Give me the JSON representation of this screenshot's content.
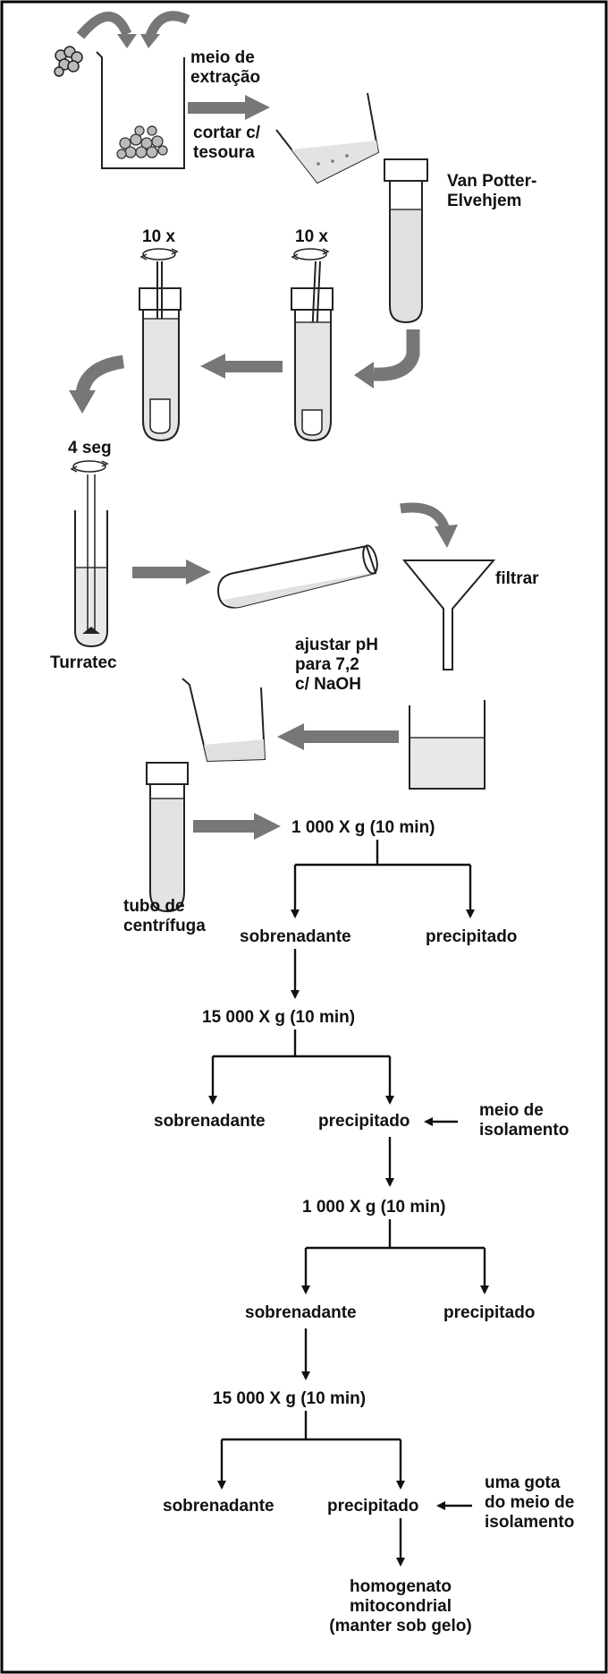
{
  "steps": {
    "meio_extracao": [
      "meio de",
      "extração"
    ],
    "cortar": [
      "cortar c/",
      "tesoura"
    ],
    "van_potter": [
      "Van Potter-",
      "Elvehjem"
    ],
    "rep1": "10 x",
    "rep2": "10 x",
    "seg": "4 seg",
    "turratec": "Turratec",
    "filtrar": "filtrar",
    "ajustar": [
      "ajustar pH",
      "para 7,2",
      "c/ NaOH"
    ],
    "tubo": [
      "tubo de",
      "centrífuga"
    ]
  },
  "flow": {
    "c1": "1 000 X g  (10 min)",
    "s1_sob": "sobrenadante",
    "s1_pre": "precipitado",
    "c2": "15 000 X g (10 min)",
    "s2_sob": "sobrenadante",
    "s2_pre": "precipitado",
    "meio_isol": [
      "meio de",
      "isolamento"
    ],
    "c3": "1 000 X g  (10 min)",
    "s3_sob": "sobrenadante",
    "s3_pre": "precipitado",
    "c4": "15 000 X g (10 min)",
    "s4_sob": "sobrenadante",
    "s4_pre": "precipitado",
    "gota": [
      "uma gota",
      "do meio de",
      "isolamento"
    ],
    "final": [
      "homogenato",
      "mitocondrial",
      "(manter sob gelo)"
    ]
  }
}
